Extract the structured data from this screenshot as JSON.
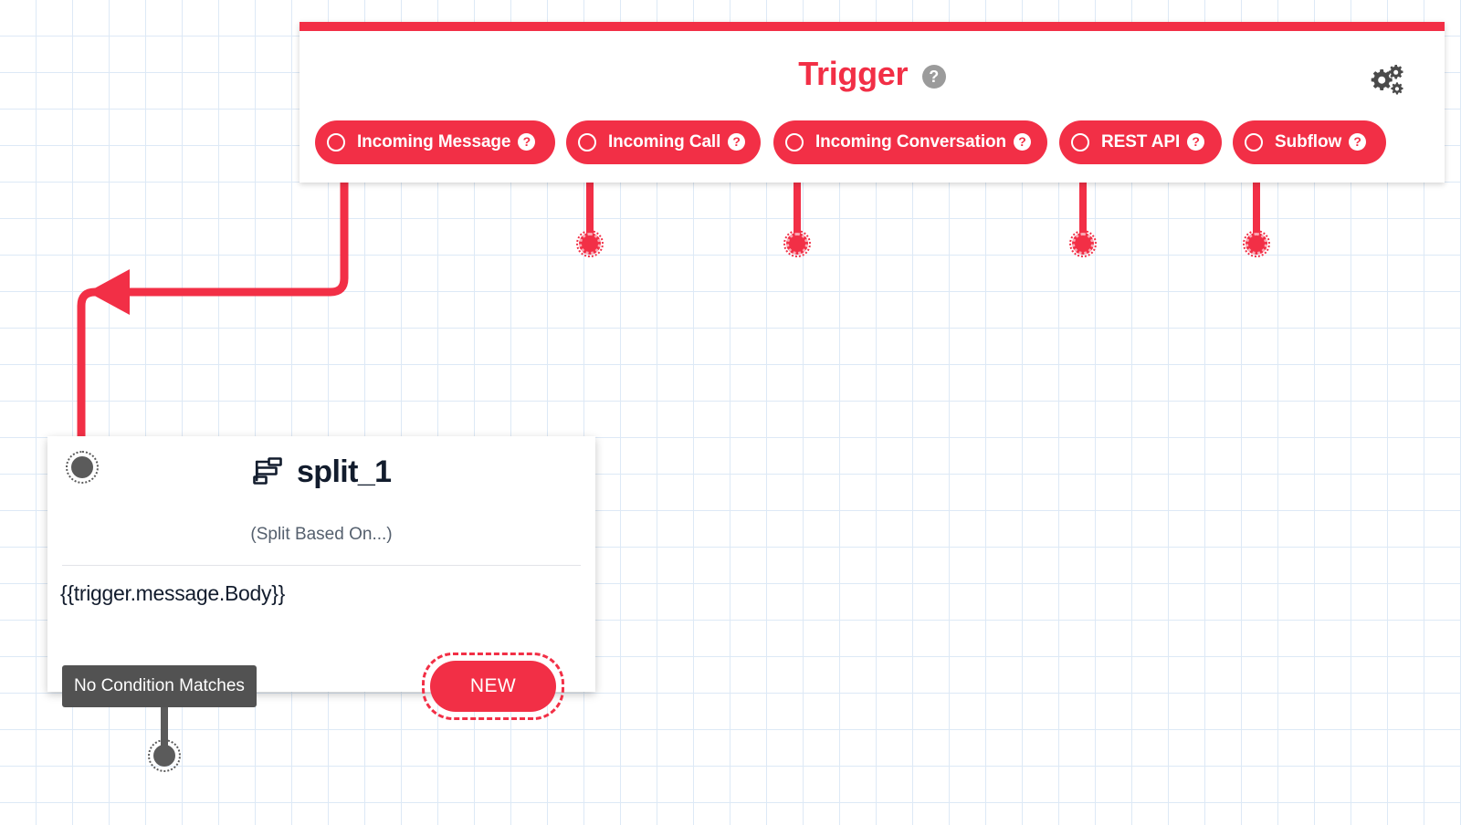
{
  "canvas": {
    "background_color": "#ffffff",
    "grid_color": "#dde9f6",
    "accent_color": "#f22f46"
  },
  "trigger_panel": {
    "title": "Trigger",
    "title_help_icon": "question-mark-icon",
    "title_help_label": "?",
    "settings_icon": "cogs-icon",
    "triggers": [
      {
        "label": "Incoming Message",
        "help_label": "?",
        "icon": "circle-outline-icon"
      },
      {
        "label": "Incoming Call",
        "help_label": "?",
        "icon": "circle-outline-icon"
      },
      {
        "label": "Incoming Conversation",
        "help_label": "?",
        "icon": "circle-outline-icon"
      },
      {
        "label": "REST API",
        "help_label": "?",
        "icon": "circle-outline-icon"
      },
      {
        "label": "Subflow",
        "help_label": "?",
        "icon": "circle-outline-icon"
      }
    ]
  },
  "split_widget": {
    "title": "split_1",
    "icon": "split-branch-icon",
    "subtitle": "(Split Based On...)",
    "expression": "{{trigger.message.Body}}",
    "new_transition_label": "NEW",
    "no_condition_label": "No Condition Matches",
    "input_dot": "input-connector-dot",
    "output_dot": "output-connector-dot"
  }
}
